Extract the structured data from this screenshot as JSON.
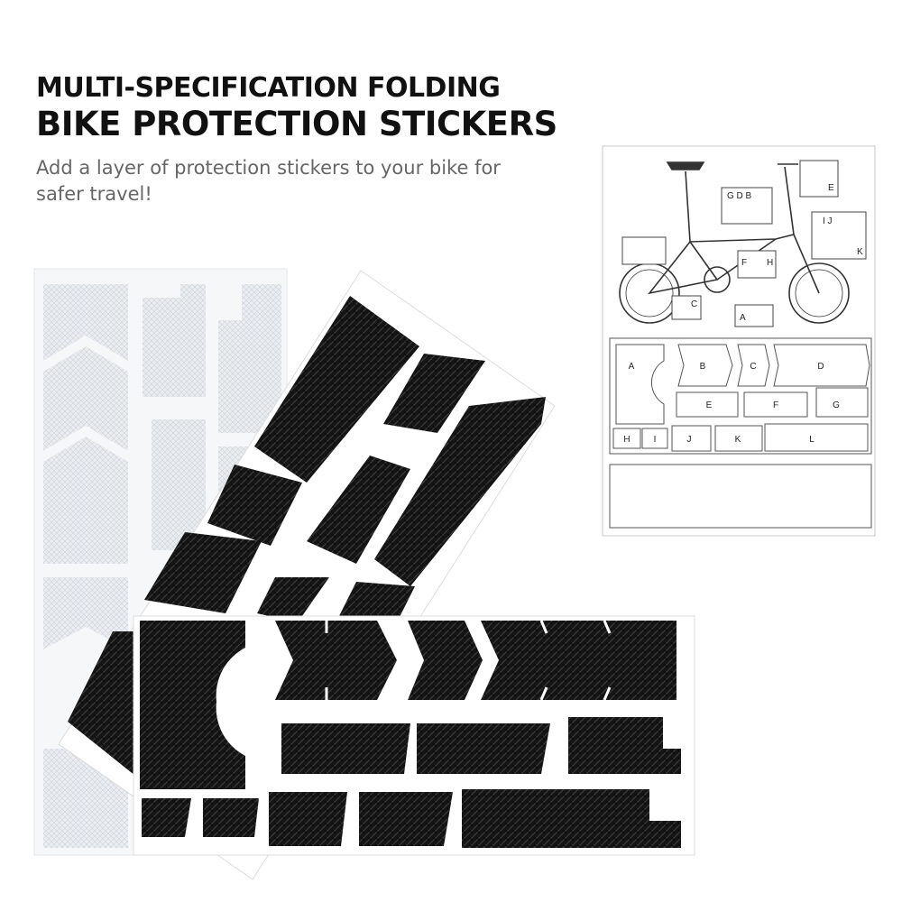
{
  "headline": {
    "line1": "MULTI-SPECIFICATION FOLDING",
    "line2": "BIKE PROTECTION STICKERS"
  },
  "subtitle": "Add a layer of protection stickers to your bike for safer travel!",
  "diagram": {
    "callout_labels": [
      "G D B",
      "E",
      "I J",
      "K",
      "F",
      "H",
      "C",
      "A"
    ],
    "piece_labels": [
      "A",
      "B",
      "C",
      "D",
      "E",
      "F",
      "G",
      "H",
      "I",
      "J",
      "K",
      "L"
    ]
  },
  "colors": {
    "carbon": "#161616",
    "sheet_clear": "#eef0f3",
    "title": "#111111",
    "subtitle": "#666666"
  }
}
